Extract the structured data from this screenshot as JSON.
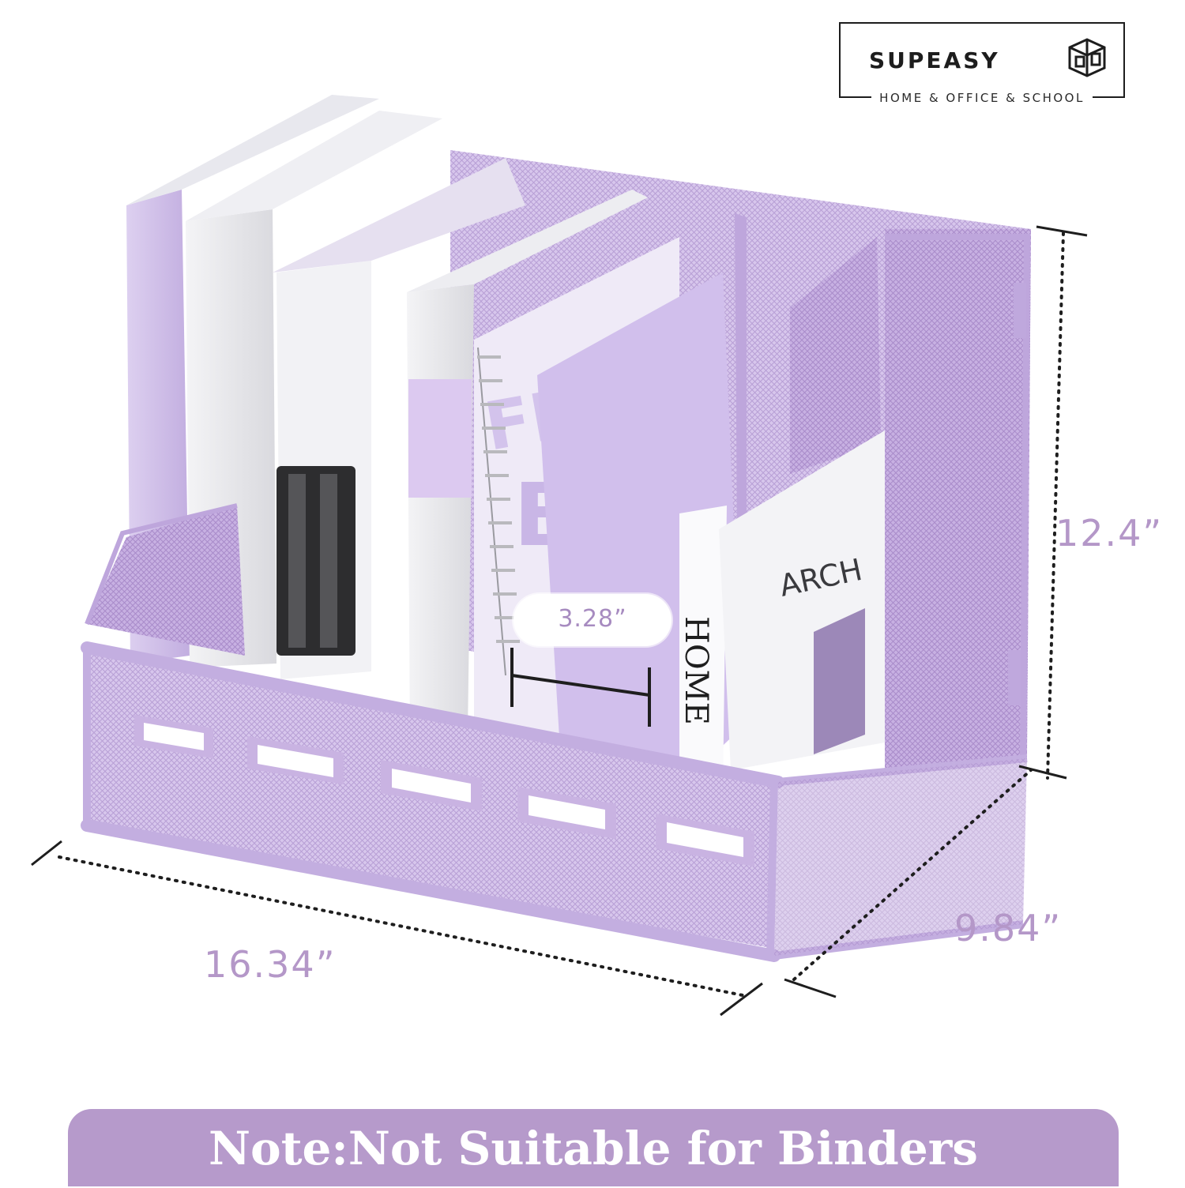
{
  "brand": {
    "name": "SUPEASY",
    "tagline": "HOME & OFFICE & SCHOOL",
    "logo_icon": "stacked-boxes-logo-icon"
  },
  "dimensions": {
    "height": "12.4”",
    "width": "16.34”",
    "depth": "9.84”",
    "compartment_gap": "3.28”"
  },
  "note": {
    "text": "Note:Not Suitable for Binders"
  },
  "colors": {
    "accent_lavender": "#b69acb",
    "organizer_purple": "#c9b3e2",
    "dimension_text": "#b497c8"
  }
}
